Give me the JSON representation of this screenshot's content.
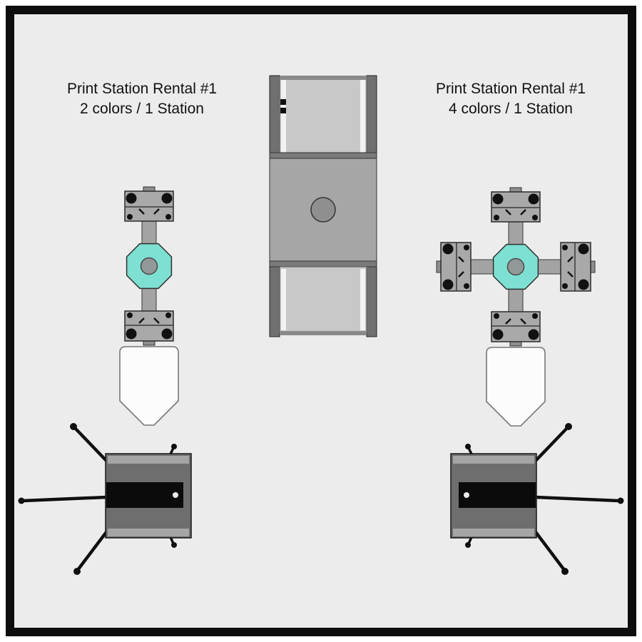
{
  "canvas": {
    "background": "#ffffff",
    "mat_color": "#ececec",
    "frame_color": "#0d0d0d"
  },
  "labels": {
    "left_station": {
      "line1": "Print Station Rental #1",
      "line2": "2 colors / 1 Station"
    },
    "right_station": {
      "line1": "Print Station Rental #1",
      "line2": "4 colors / 1 Station"
    }
  },
  "palette": {
    "accent_teal": "#7de0d2",
    "hub_circle": "#919898",
    "press_body": "#a9a9a9",
    "arm_gray": "#a3a3a3",
    "rail_gray": "#707070",
    "dryer_body": "#c8c8c8",
    "chamber_gray": "#a6a6a6",
    "flash_body": "#6e6e6e",
    "flash_panel": "#0b0b0b",
    "platen_white": "#fcfcfc",
    "knob_black": "#111111"
  },
  "equipment_icons": [
    {
      "name": "two-color-press-icon"
    },
    {
      "name": "conveyor-dryer-icon"
    },
    {
      "name": "four-color-press-icon"
    },
    {
      "name": "platen-left-icon"
    },
    {
      "name": "platen-right-icon"
    },
    {
      "name": "flash-dryer-left-icon"
    },
    {
      "name": "flash-dryer-right-icon"
    }
  ]
}
